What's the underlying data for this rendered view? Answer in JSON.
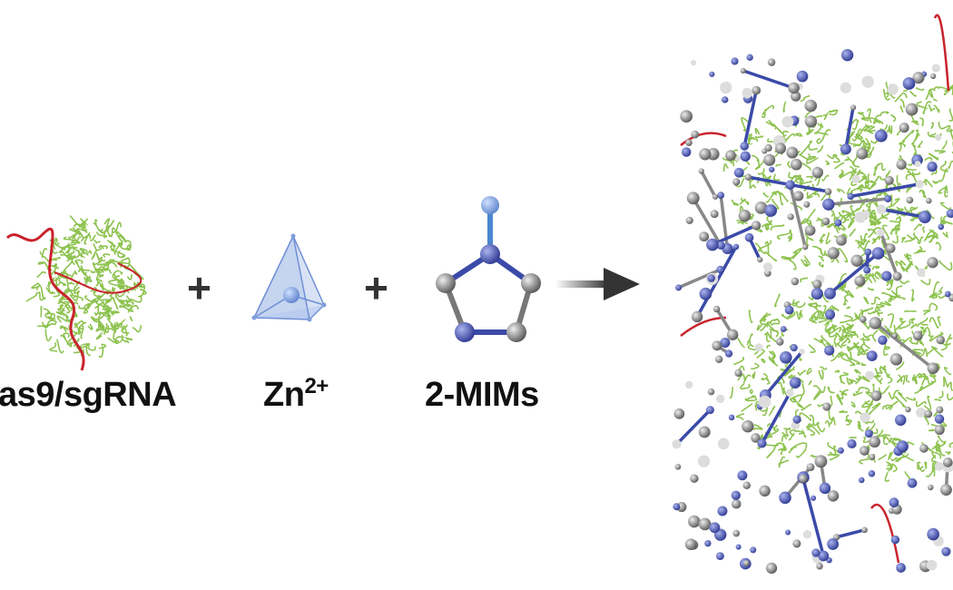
{
  "labels": {
    "cas9": "as9/sgRNA",
    "zinc_base": "Zn",
    "zinc_charge": "2+",
    "mim": "2-MIMs"
  },
  "operators": {
    "plus1": "+",
    "plus2": "+"
  },
  "colors": {
    "protein": "#8dc24f",
    "rna": "#c8232c",
    "zinc": "#7f9fdc",
    "nitrogen": "#3b4aa8",
    "carbon": "#7a7a7a",
    "arrow": "#333333"
  }
}
